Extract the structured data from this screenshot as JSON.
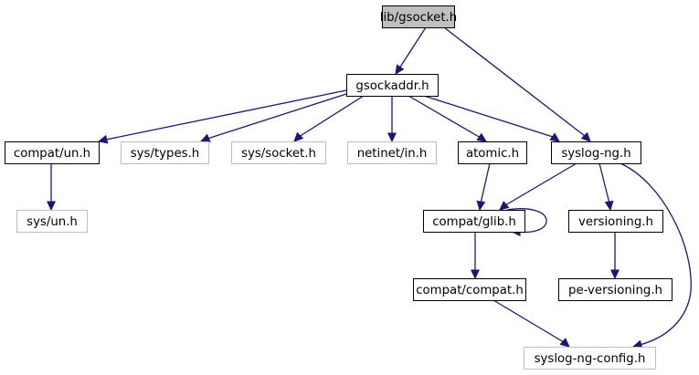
{
  "title": "lib/gsocket.h include dependency graph",
  "colors": {
    "edge": "#191970",
    "border_dark": "#000000",
    "border_light": "#bfbfbf",
    "root_fill": "#bfbfbf",
    "node_fill": "#ffffff"
  },
  "nodes": [
    {
      "id": "gsocket",
      "label": "lib/gsocket.h",
      "kind": "root"
    },
    {
      "id": "gsockaddr",
      "label": "gsockaddr.h",
      "kind": "documented"
    },
    {
      "id": "compat_un",
      "label": "compat/un.h",
      "kind": "documented"
    },
    {
      "id": "sys_types",
      "label": "sys/types.h",
      "kind": "external"
    },
    {
      "id": "sys_socket",
      "label": "sys/socket.h",
      "kind": "external"
    },
    {
      "id": "netinet_in",
      "label": "netinet/in.h",
      "kind": "external"
    },
    {
      "id": "atomic",
      "label": "atomic.h",
      "kind": "documented"
    },
    {
      "id": "syslog_ng",
      "label": "syslog-ng.h",
      "kind": "documented"
    },
    {
      "id": "sys_un",
      "label": "sys/un.h",
      "kind": "external"
    },
    {
      "id": "compat_glib",
      "label": "compat/glib.h",
      "kind": "documented"
    },
    {
      "id": "versioning",
      "label": "versioning.h",
      "kind": "documented"
    },
    {
      "id": "compat_compat",
      "label": "compat/compat.h",
      "kind": "documented"
    },
    {
      "id": "pe_versioning",
      "label": "pe-versioning.h",
      "kind": "documented"
    },
    {
      "id": "syslog_ng_config",
      "label": "syslog-ng-config.h",
      "kind": "external"
    }
  ],
  "edges": [
    {
      "from": "gsocket",
      "to": "gsockaddr"
    },
    {
      "from": "gsocket",
      "to": "syslog_ng"
    },
    {
      "from": "gsockaddr",
      "to": "compat_un"
    },
    {
      "from": "gsockaddr",
      "to": "sys_types"
    },
    {
      "from": "gsockaddr",
      "to": "sys_socket"
    },
    {
      "from": "gsockaddr",
      "to": "netinet_in"
    },
    {
      "from": "gsockaddr",
      "to": "atomic"
    },
    {
      "from": "gsockaddr",
      "to": "syslog_ng"
    },
    {
      "from": "compat_un",
      "to": "sys_un"
    },
    {
      "from": "atomic",
      "to": "compat_glib"
    },
    {
      "from": "syslog_ng",
      "to": "compat_glib"
    },
    {
      "from": "syslog_ng",
      "to": "versioning"
    },
    {
      "from": "syslog_ng",
      "to": "syslog_ng_config"
    },
    {
      "from": "compat_glib",
      "to": "compat_glib"
    },
    {
      "from": "compat_glib",
      "to": "compat_compat"
    },
    {
      "from": "versioning",
      "to": "pe_versioning"
    },
    {
      "from": "compat_compat",
      "to": "syslog_ng_config"
    }
  ]
}
